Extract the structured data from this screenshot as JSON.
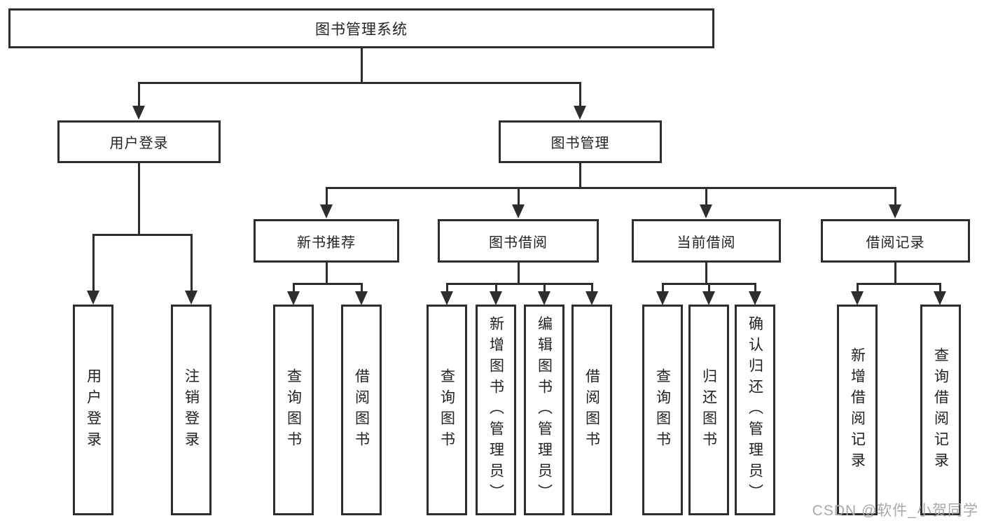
{
  "diagram": {
    "root": {
      "label": "图书管理系统"
    },
    "branches": [
      {
        "label": "用户登录",
        "children": [
          "用户登录",
          "注销登录"
        ]
      },
      {
        "label": "图书管理",
        "groups": [
          {
            "label": "新书推荐",
            "children": [
              "查询图书",
              "借阅图书"
            ]
          },
          {
            "label": "图书借阅",
            "children": [
              "查询图书",
              "新增图书（管理员）",
              "编辑图书（管理员）",
              "借阅图书"
            ]
          },
          {
            "label": "当前借阅",
            "children": [
              "查询图书",
              "归还图书",
              "确认归还（管理员）"
            ]
          },
          {
            "label": "借阅记录",
            "children": [
              "新增借阅记录",
              "查询借阅记录"
            ]
          }
        ]
      }
    ]
  },
  "watermark": "CSDN @软件_小贺同学",
  "colors": {
    "line": "#2d2d2d",
    "text": "#222222",
    "watermark": "#a8a8a8",
    "background": "#ffffff"
  }
}
